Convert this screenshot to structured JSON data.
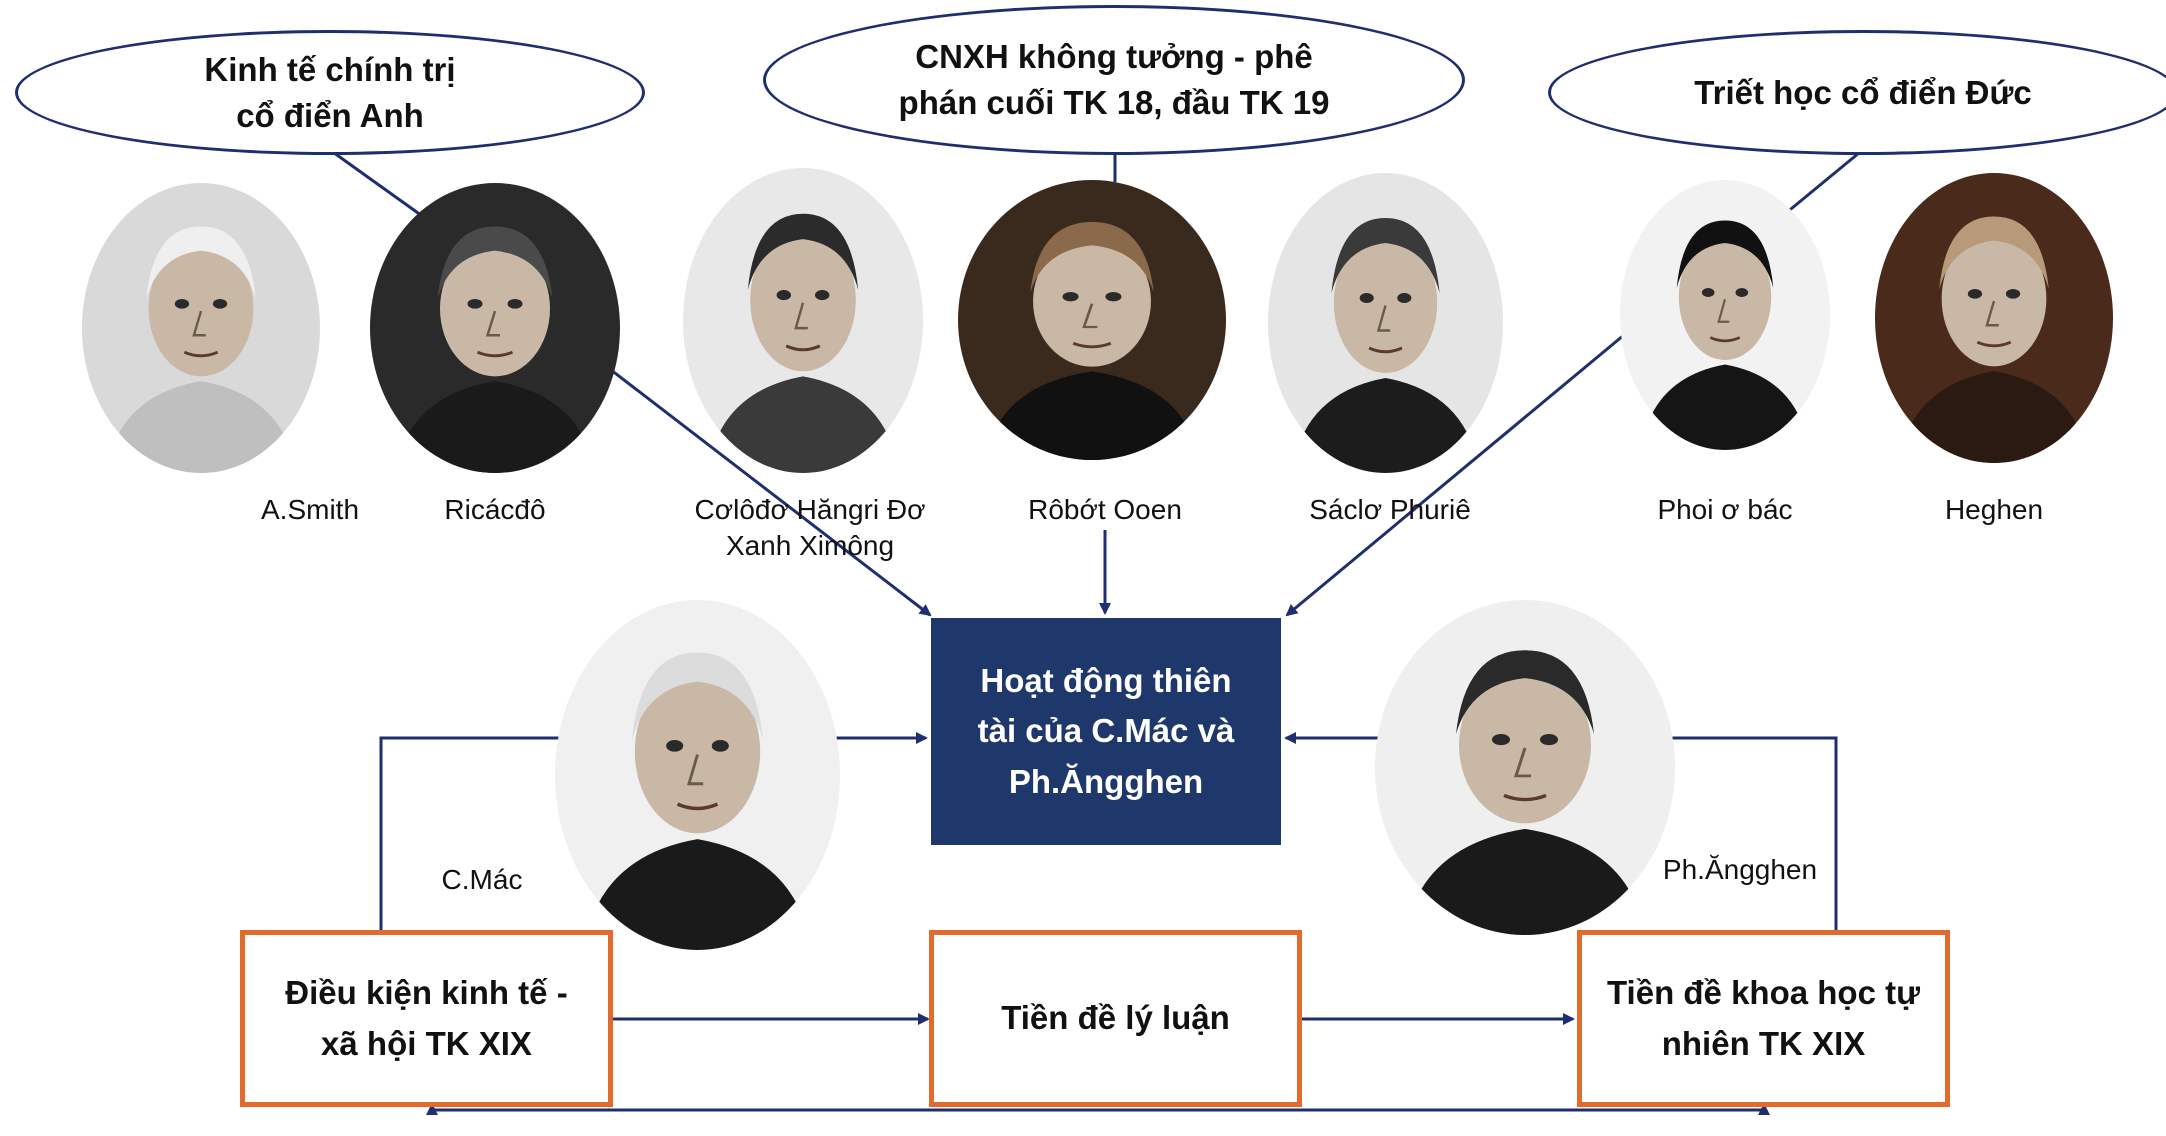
{
  "ovals": {
    "english_economics": "Kinh tế chính trị\ncổ điển Anh",
    "utopian_socialism": "CNXH không tưởng - phê\nphán cuối TK 18, đầu TK 19",
    "german_philosophy": "Triết học cổ điển Đức"
  },
  "portraits": [
    {
      "id": "smith",
      "name": "A.Smith",
      "bg": "#d9d9d9",
      "hair": "#efefef",
      "coat": "#bfbfbf"
    },
    {
      "id": "ricardo",
      "name": "Ricácđô",
      "bg": "#2a2a2a",
      "hair": "#4a4a4a",
      "coat": "#1a1a1a"
    },
    {
      "id": "saint-simon",
      "name": "Cơlôđơ Hăngri Đơ\nXanh Ximông",
      "bg": "#e8e8e8",
      "hair": "#2b2b2b",
      "coat": "#3a3a3a"
    },
    {
      "id": "owen",
      "name": "Rôbớt Ooen",
      "bg": "#3a2a1e",
      "hair": "#8a6a4a",
      "coat": "#111111"
    },
    {
      "id": "fourier",
      "name": "Sáclơ Phuriê",
      "bg": "#e5e5e5",
      "hair": "#3a3a3a",
      "coat": "#1c1c1c"
    },
    {
      "id": "feuerbach",
      "name": "Phoi ơ bác",
      "bg": "#f2f2f2",
      "hair": "#111111",
      "coat": "#151515"
    },
    {
      "id": "hegel",
      "name": "Heghen",
      "bg": "#4a2a1a",
      "hair": "#b89a7a",
      "coat": "#2a1a12"
    },
    {
      "id": "marx",
      "name": "C.Mác",
      "bg": "#f0f0f0",
      "hair": "#dcdcdc",
      "coat": "#1a1a1a"
    },
    {
      "id": "engels",
      "name": "Ph.Ăngghen",
      "bg": "#efefef",
      "hair": "#2a2a2a",
      "coat": "#1a1a1a"
    }
  ],
  "center_box": "Hoạt động thiên\ntài của C.Mác và\nPh.Ăngghen",
  "bottom_boxes": {
    "socioeconomic": "Điều kiện kinh tế -\nxã hội TK XIX",
    "theory": "Tiền đề lý luận",
    "natural_science": "Tiền đề khoa học tự\nnhiên TK XIX"
  },
  "colors": {
    "navy_line": "#1f2e6e",
    "center_fill": "#1f386b",
    "orange_border": "#e26a2c"
  }
}
